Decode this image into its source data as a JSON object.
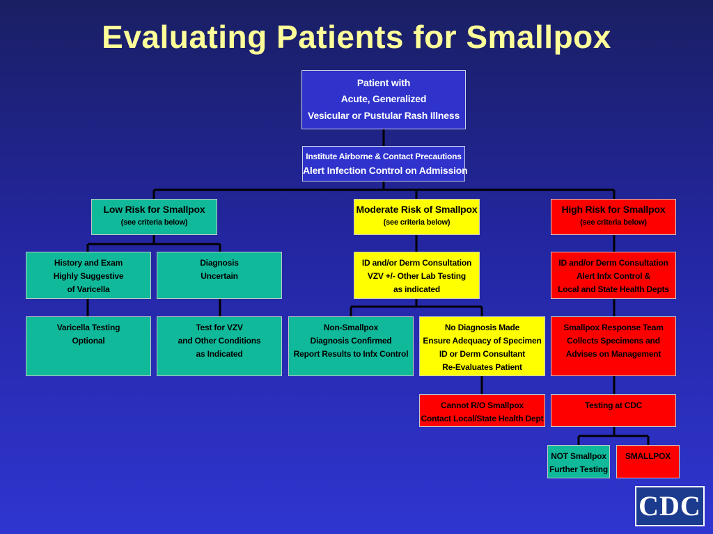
{
  "title": "Evaluating Patients for Smallpox",
  "colors": {
    "title": "#ffff99",
    "background": "#2326a0",
    "box_blue": "#2f33cc",
    "low_risk": "#10b99a",
    "moderate_risk": "#ffff00",
    "high_risk": "#ff0000",
    "connector": "#000000"
  },
  "boxes": {
    "patient": [
      "Patient with",
      "Acute, Generalized",
      "Vesicular or Pustular Rash Illness"
    ],
    "precautions": [
      "Institute Airborne & Contact Precautions",
      "Alert Infection Control on Admission"
    ],
    "low_risk": [
      "Low Risk for Smallpox",
      "(see criteria below)"
    ],
    "moderate_risk": [
      "Moderate Risk of Smallpox",
      "(see criteria below)"
    ],
    "high_risk": [
      "High Risk for Smallpox",
      "(see criteria below)"
    ],
    "history_exam": [
      "History and Exam",
      "Highly Suggestive",
      "of Varicella"
    ],
    "diagnosis_uncertain": [
      "Diagnosis",
      "Uncertain"
    ],
    "moderate_consult": [
      "ID and/or Derm Consultation",
      "VZV +/- Other Lab Testing",
      "as indicated"
    ],
    "high_consult": [
      "ID and/or Derm Consultation",
      "Alert Infx Control &",
      "Local and State Health Depts"
    ],
    "varicella_testing": [
      "Varicella Testing",
      "Optional"
    ],
    "test_vzv": [
      "Test for VZV",
      "and Other Conditions",
      "as Indicated"
    ],
    "non_smallpox": [
      "Non-Smallpox",
      "Diagnosis Confirmed",
      "Report Results to Infx Control"
    ],
    "no_diagnosis": [
      "No Diagnosis Made",
      "Ensure Adequacy of Specimen",
      "ID or Derm Consultant",
      "Re-Evaluates Patient"
    ],
    "response_team": [
      "Smallpox Response Team",
      "Collects Specimens and",
      "Advises on Management"
    ],
    "cannot_ro": [
      "Cannot R/O Smallpox",
      "Contact Local/State Health Dept"
    ],
    "testing_cdc": [
      "Testing at CDC"
    ],
    "not_smallpox": [
      "NOT Smallpox",
      "Further Testing"
    ],
    "smallpox": [
      "SMALLPOX"
    ]
  },
  "logo": {
    "text": "CDC"
  }
}
